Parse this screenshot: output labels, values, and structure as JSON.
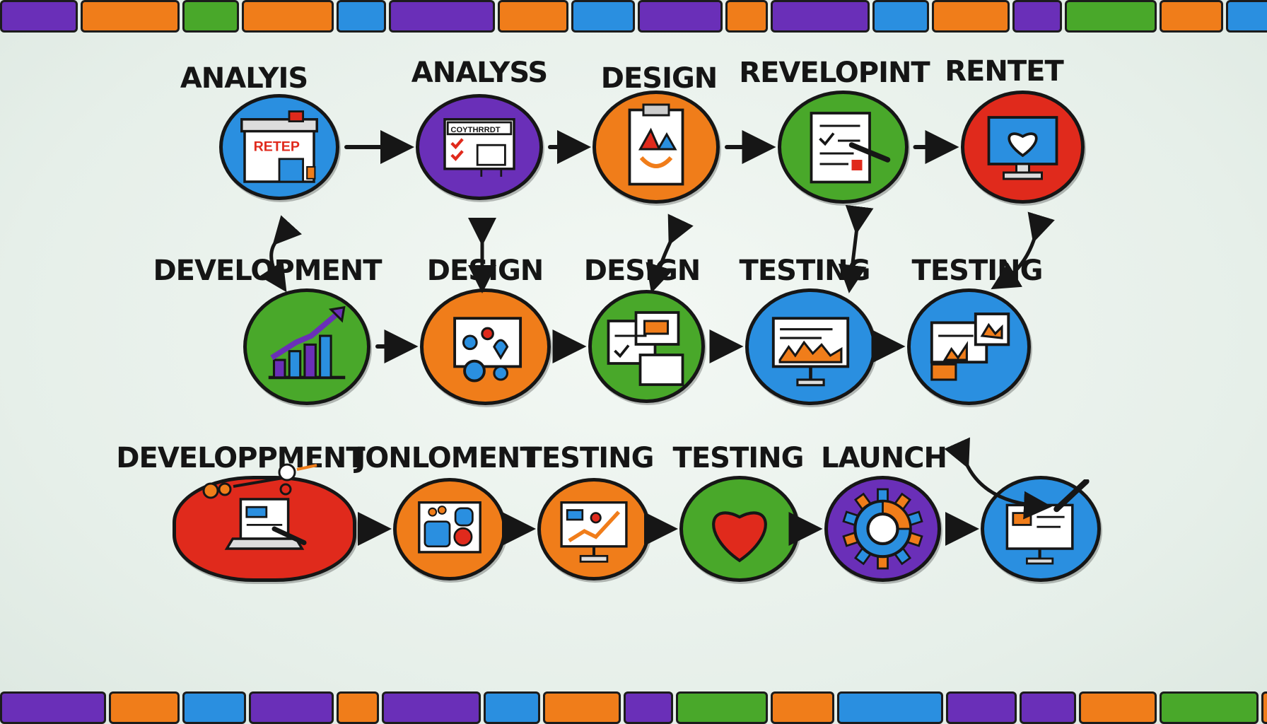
{
  "colors": {
    "blue": "#2a8fe0",
    "purple": "#6a2fb8",
    "orange": "#f07d1a",
    "green": "#49a82a",
    "red": "#e02a1c",
    "ink": "#161616"
  },
  "border_tiles": [
    "purple",
    "orange",
    "green",
    "orange",
    "blue",
    "purple",
    "orange",
    "blue",
    "purple",
    "orange",
    "purple",
    "blue",
    "orange",
    "purple",
    "green",
    "orange",
    "blue",
    "purple"
  ],
  "rows": [
    {
      "nodes": [
        {
          "id": "n1",
          "label": "ANALYIS",
          "color": "blue",
          "icon": "store-front-icon",
          "sign": "RETEP"
        },
        {
          "id": "n2",
          "label": "ANALYSS",
          "color": "purple",
          "icon": "checklist-board-icon",
          "sign": "COYTHRRDT"
        },
        {
          "id": "n3",
          "label": "DESIGN",
          "color": "orange",
          "icon": "clipboard-design-icon"
        },
        {
          "id": "n4",
          "label": "REVELOPINT",
          "color": "green",
          "icon": "document-pen-icon"
        },
        {
          "id": "n5",
          "label": "RENTET",
          "color": "red",
          "icon": "monitor-heart-icon"
        }
      ]
    },
    {
      "nodes": [
        {
          "id": "n6",
          "label": "DEVELOPMENT",
          "color": "green",
          "icon": "growth-chart-icon"
        },
        {
          "id": "n7",
          "label": "DESIGN",
          "color": "orange",
          "icon": "design-tools-icon"
        },
        {
          "id": "n8",
          "label": "DESIGN",
          "color": "green",
          "icon": "documents-icon"
        },
        {
          "id": "n9",
          "label": "TESTING",
          "color": "blue",
          "icon": "monitor-chart-icon"
        },
        {
          "id": "n10",
          "label": "TESTING",
          "color": "blue",
          "icon": "screens-icon"
        }
      ]
    },
    {
      "nodes": [
        {
          "id": "n11",
          "label": "DEVELOPPMENT",
          "color": "red",
          "icon": "laptop-pen-icon"
        },
        {
          "id": "n12",
          "label": "JONLOMENT",
          "color": "orange",
          "icon": "screen-apps-icon"
        },
        {
          "id": "n13",
          "label": "TESTING",
          "color": "orange",
          "icon": "monitor-growth-icon"
        },
        {
          "id": "n14",
          "label": "TESTING",
          "color": "green",
          "icon": "heart-icon"
        },
        {
          "id": "n15",
          "label": "LAUNCH",
          "color": "purple",
          "icon": "gear-icon"
        },
        {
          "id": "n16",
          "label": "",
          "color": "blue",
          "icon": "monitor-pen-icon"
        }
      ]
    }
  ]
}
